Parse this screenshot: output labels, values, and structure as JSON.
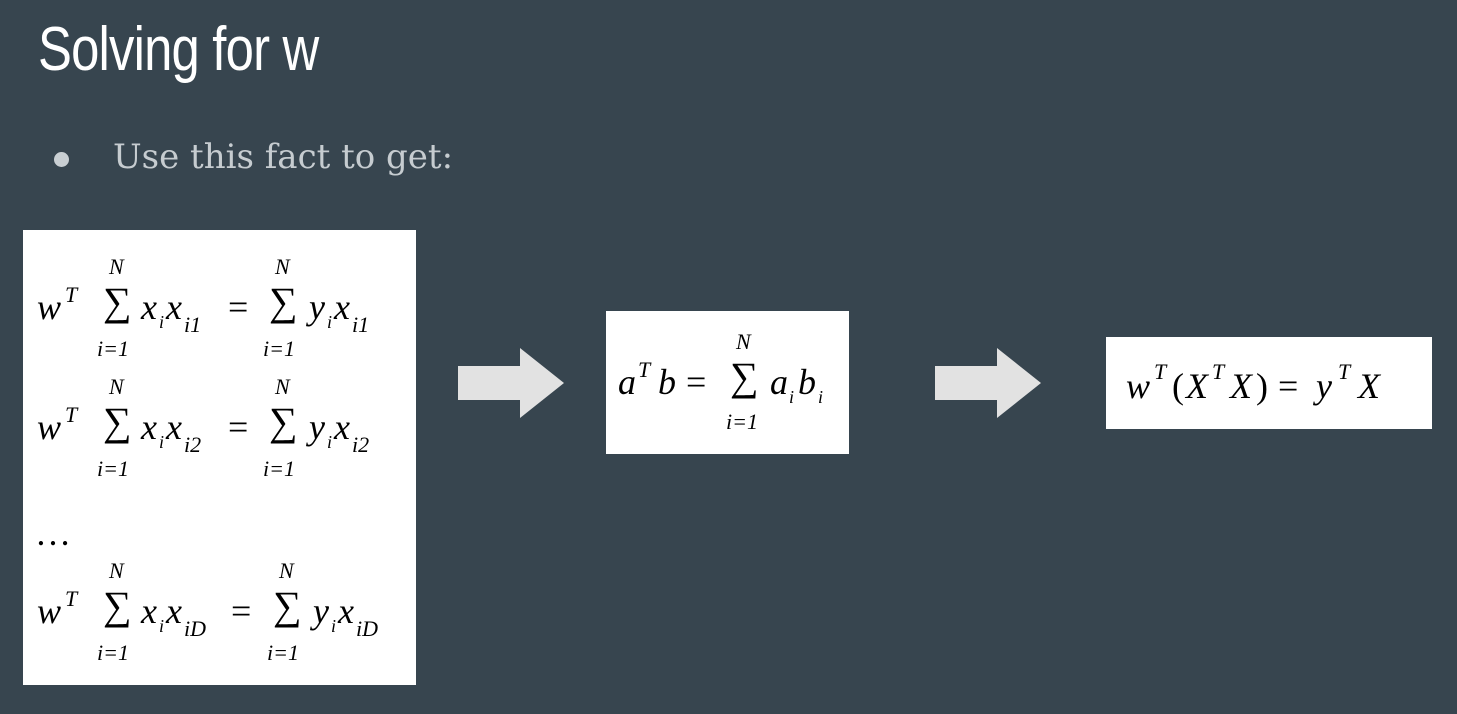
{
  "slide": {
    "title": "Solving for w",
    "bullet": "Use this fact to get:"
  },
  "box1": {
    "rows": [
      {
        "lhs_var": "w",
        "lhs_sup": "T",
        "sum_top": "N",
        "sum_bot": "i=1",
        "lhs_term": "x",
        "lhs_sub_i": "i",
        "lhs_term2": "x",
        "lhs_sub2": "i1",
        "equals": "=",
        "rhs_sum_top": "N",
        "rhs_sum_bot": "i=1",
        "rhs_term": "y",
        "rhs_sub_i": "i",
        "rhs_term2": "x",
        "rhs_sub2": "i1"
      },
      {
        "lhs_var": "w",
        "lhs_sup": "T",
        "sum_top": "N",
        "sum_bot": "i=1",
        "lhs_term": "x",
        "lhs_sub_i": "i",
        "lhs_term2": "x",
        "lhs_sub2": "i2",
        "equals": "=",
        "rhs_sum_top": "N",
        "rhs_sum_bot": "i=1",
        "rhs_term": "y",
        "rhs_sub_i": "i",
        "rhs_term2": "x",
        "rhs_sub2": "i2"
      },
      {
        "lhs_var": "w",
        "lhs_sup": "T",
        "sum_top": "N",
        "sum_bot": "i=1",
        "lhs_term": "x",
        "lhs_sub_i": "i",
        "lhs_term2": "x",
        "lhs_sub2": "iD",
        "equals": "=",
        "rhs_sum_top": "N",
        "rhs_sum_bot": "i=1",
        "rhs_term": "y",
        "rhs_sub_i": "i",
        "rhs_term2": "x",
        "rhs_sub2": "iD"
      }
    ],
    "ellipsis": "…"
  },
  "box2": {
    "a": "a",
    "a_sup": "T",
    "b": "b",
    "equals": "=",
    "sum_top": "N",
    "sum_bot": "i=1",
    "a2": "a",
    "a2_sub": "i",
    "b2": "b",
    "b2_sub": "i"
  },
  "box3": {
    "w": "w",
    "w_sup": "T",
    "open": "(",
    "X1": "X",
    "X1_sup": "T",
    "X2": "X",
    "close": ")",
    "equals": "=",
    "y": "y",
    "y_sup": "T",
    "X3": "X"
  },
  "colors": {
    "background": "#37454f",
    "arrow": "#e2e2e2",
    "box": "#ffffff"
  },
  "icons": [
    "right-arrow-icon",
    "right-arrow-icon",
    "bullet-icon"
  ]
}
